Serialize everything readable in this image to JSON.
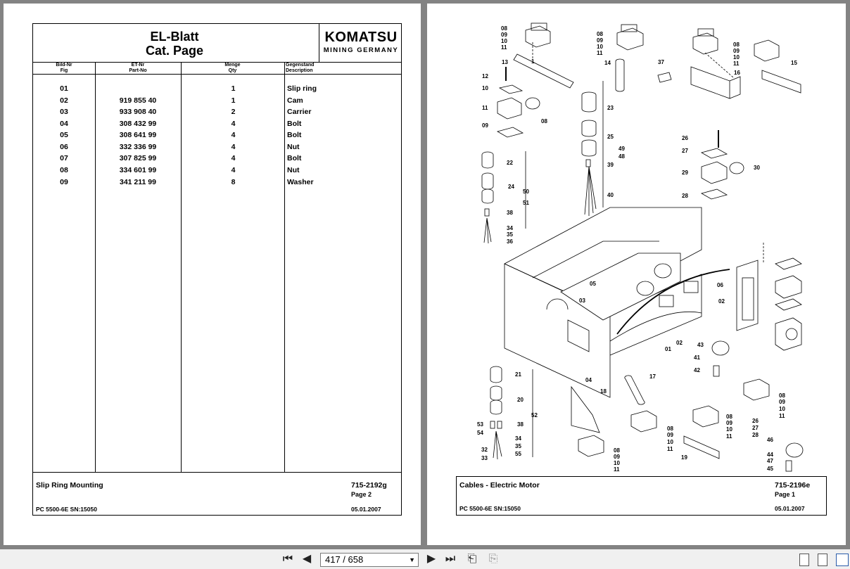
{
  "left_page": {
    "title_de": "EL-Blatt",
    "title_en": "Cat. Page",
    "logo": {
      "name": "KOMATSU",
      "sub": "MINING GERMANY"
    },
    "columns": [
      {
        "de": "Bild-Nr",
        "en": "Fig"
      },
      {
        "de": "ET-Nr",
        "en": "Part-No"
      },
      {
        "de": "Menge",
        "en": "Qty"
      },
      {
        "de": "Gegenstand",
        "en": "Description"
      }
    ],
    "rows": [
      {
        "fig": "01",
        "part": "",
        "qty": "1",
        "desc": "Slip ring"
      },
      {
        "fig": "02",
        "part": "919 855 40",
        "qty": "1",
        "desc": "Cam"
      },
      {
        "fig": "03",
        "part": "933 908 40",
        "qty": "2",
        "desc": "Carrier"
      },
      {
        "fig": "04",
        "part": "308 432 99",
        "qty": "4",
        "desc": "Bolt"
      },
      {
        "fig": "05",
        "part": "308 641 99",
        "qty": "4",
        "desc": "Bolt"
      },
      {
        "fig": "06",
        "part": "332 336 99",
        "qty": "4",
        "desc": "Nut"
      },
      {
        "fig": "07",
        "part": "307 825 99",
        "qty": "4",
        "desc": "Bolt"
      },
      {
        "fig": "08",
        "part": "334 601 99",
        "qty": "4",
        "desc": "Nut"
      },
      {
        "fig": "09",
        "part": "341 211 99",
        "qty": "8",
        "desc": "Washer"
      }
    ],
    "footer": {
      "name": "Slip Ring Mounting",
      "code": "715-2192g",
      "page": "Page 2",
      "model": "PC 5500-6E SN:15050",
      "date": "05.01.2007"
    }
  },
  "right_page": {
    "footer": {
      "name": "Cables - Electric Motor",
      "code": "715-2196e",
      "page": "Page 1",
      "model": "PC 5500-6E SN:15050",
      "date": "05.01.2007"
    },
    "callouts": {
      "c1": [
        "08",
        "09",
        "10",
        "11"
      ],
      "c13": "13",
      "c1b": "1",
      "c2": [
        "08",
        "09",
        "10",
        "11"
      ],
      "c14": "14",
      "c37": "37",
      "c3": [
        "08",
        "09",
        "10",
        "11"
      ],
      "c16": "16",
      "c15": "15",
      "c12": "12",
      "c10": "10",
      "c11": "11",
      "c09": "09",
      "c08": "08",
      "c23": "23",
      "c25": "25",
      "c49": "49",
      "c48": "48",
      "c39": "39",
      "c40": "40",
      "c26": "26",
      "c27": "27",
      "c29": "29",
      "c30": "30",
      "c28": "28",
      "c22": "22",
      "c24": "24",
      "c50": "50",
      "c51": "51",
      "c38": "38",
      "c34": "34",
      "c35": "35",
      "c36": "36",
      "c05": "05",
      "c06": "06",
      "c02": "02",
      "c03": "03",
      "c01": "01",
      "c02b": "02",
      "c04": "04",
      "c43": "43",
      "c41": "41",
      "c42": "42",
      "c21": "21",
      "c20": "20",
      "c52": "52",
      "c53": "53",
      "c54": "54",
      "c38b": "38",
      "c34b": "34",
      "c35b": "35",
      "c55": "55",
      "c32": "32",
      "c33": "33",
      "c18": "18",
      "c17": "17",
      "c4": [
        "08",
        "09",
        "10",
        "11"
      ],
      "c5": [
        "08",
        "09",
        "10",
        "11"
      ],
      "c6": [
        "08",
        "09",
        "10",
        "11"
      ],
      "c7": [
        "08",
        "09",
        "10",
        "11"
      ],
      "c26b": "26",
      "c27b": "27",
      "c28b": "28",
      "c19": "19",
      "c46": "46",
      "c44": "44",
      "c47": "47",
      "c45": "45"
    }
  },
  "toolbar": {
    "page_indicator": "417 / 658",
    "first": "first-page",
    "prev": "previous-page",
    "next": "next-page",
    "last": "last-page"
  }
}
